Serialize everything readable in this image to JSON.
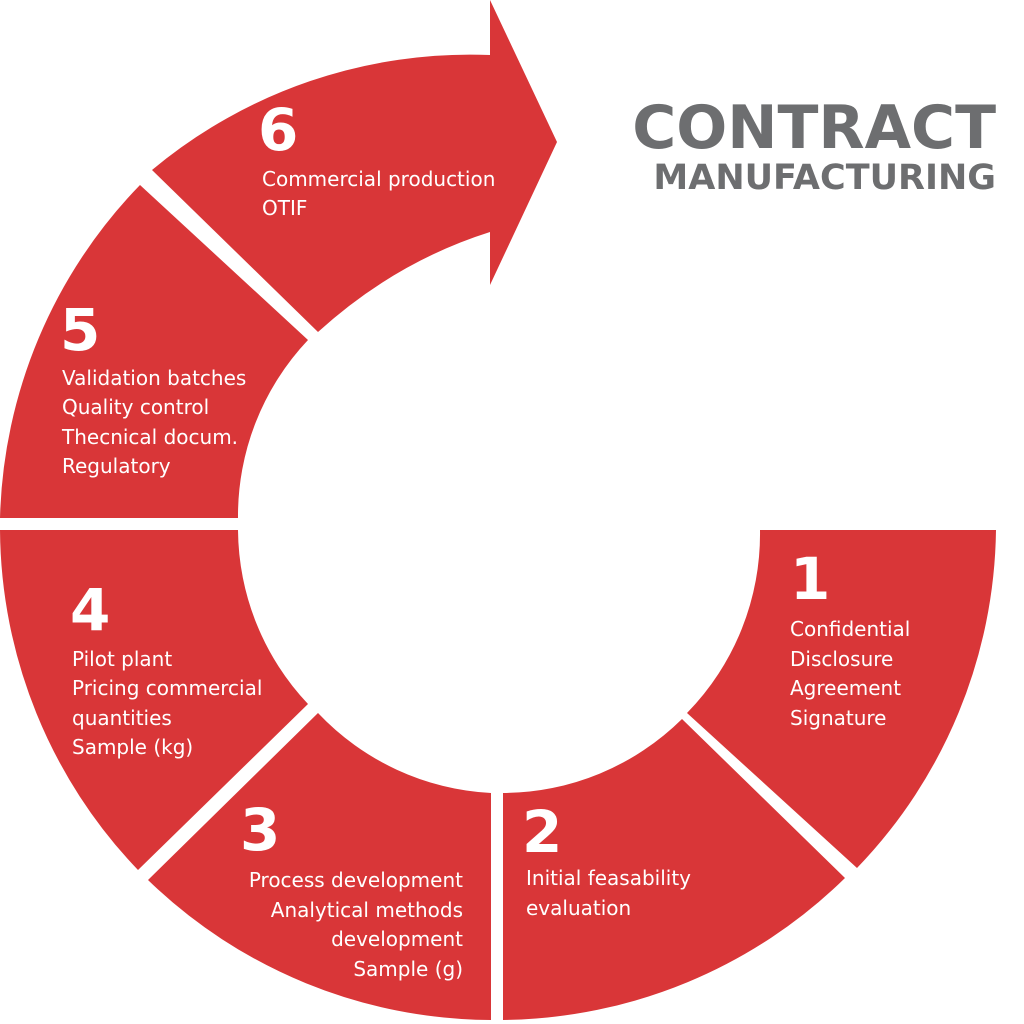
{
  "title": {
    "line1": "CONTRACT",
    "line2": "MANUFACTURING",
    "color": "#6d6e70"
  },
  "accent_color": "#d93638",
  "steps": [
    {
      "number": "1",
      "lines": [
        "Confidential",
        "Disclosure",
        "Agreement",
        "Signature"
      ]
    },
    {
      "number": "2",
      "lines": [
        "Initial feasability",
        "evaluation"
      ]
    },
    {
      "number": "3",
      "lines": [
        "Process development",
        "Analytical methods",
        "development",
        "Sample (g)"
      ]
    },
    {
      "number": "4",
      "lines": [
        "Pilot plant",
        "Pricing commercial",
        "quantities",
        "Sample (kg)"
      ]
    },
    {
      "number": "5",
      "lines": [
        "Validation batches",
        "Quality control",
        "Thecnical docum.",
        "Regulatory"
      ]
    },
    {
      "number": "6",
      "lines": [
        "Commercial production",
        "OTIF"
      ]
    }
  ]
}
